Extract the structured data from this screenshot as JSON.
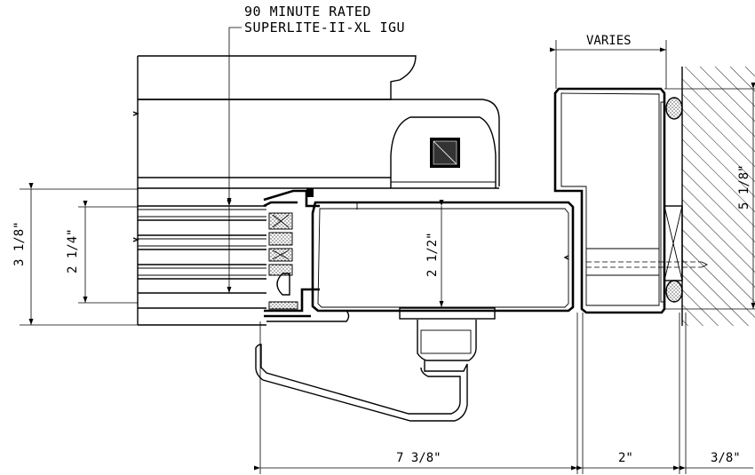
{
  "callout": {
    "line1": "90 MINUTE RATED",
    "line2": "SUPERLITE-II-XL IGU"
  },
  "dimensions": {
    "overall_left": "3 1/8\"",
    "glass": "2 1/4\"",
    "frame_depth": "2 1/2\"",
    "wall_depth": "5 1/8\"",
    "varies": "VARIES",
    "horizontal_main": "7 3/8\"",
    "horizontal_mid": "2\"",
    "horizontal_right": "3/8\""
  },
  "colors": {
    "line": "#000000",
    "background": "#ffffff"
  }
}
